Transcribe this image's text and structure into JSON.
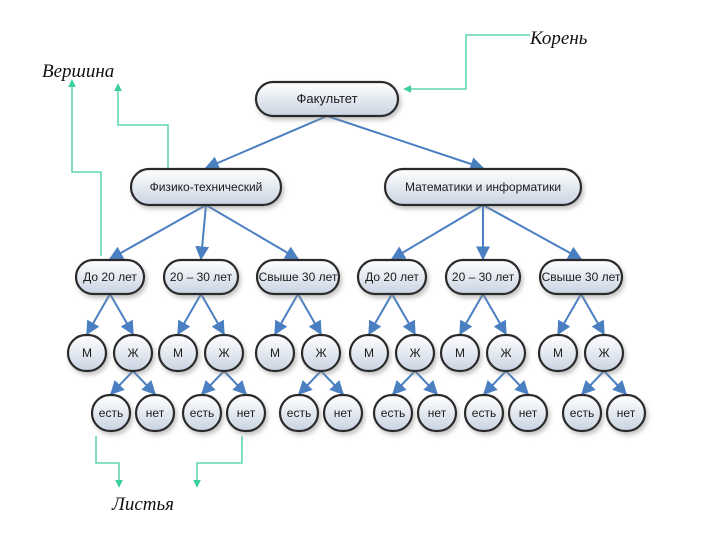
{
  "annotations": {
    "root": "Корень",
    "vertex": "Вершина",
    "leaves": "Листья"
  },
  "levels": {
    "faculty": "Факультет",
    "departments": [
      "Физико-технический",
      "Математики и информатики"
    ],
    "ages": [
      "До 20 лет",
      "20 – 30 лет",
      "Свыше 30 лет"
    ],
    "genders": [
      "М",
      "Ж"
    ],
    "answers": [
      "есть",
      "нет"
    ]
  },
  "colors": {
    "node_fill_top": "#ffffff",
    "node_fill_bottom": "#c9d3e2",
    "edge": "#4a7fc1",
    "pointer": "#3ccf9a"
  }
}
